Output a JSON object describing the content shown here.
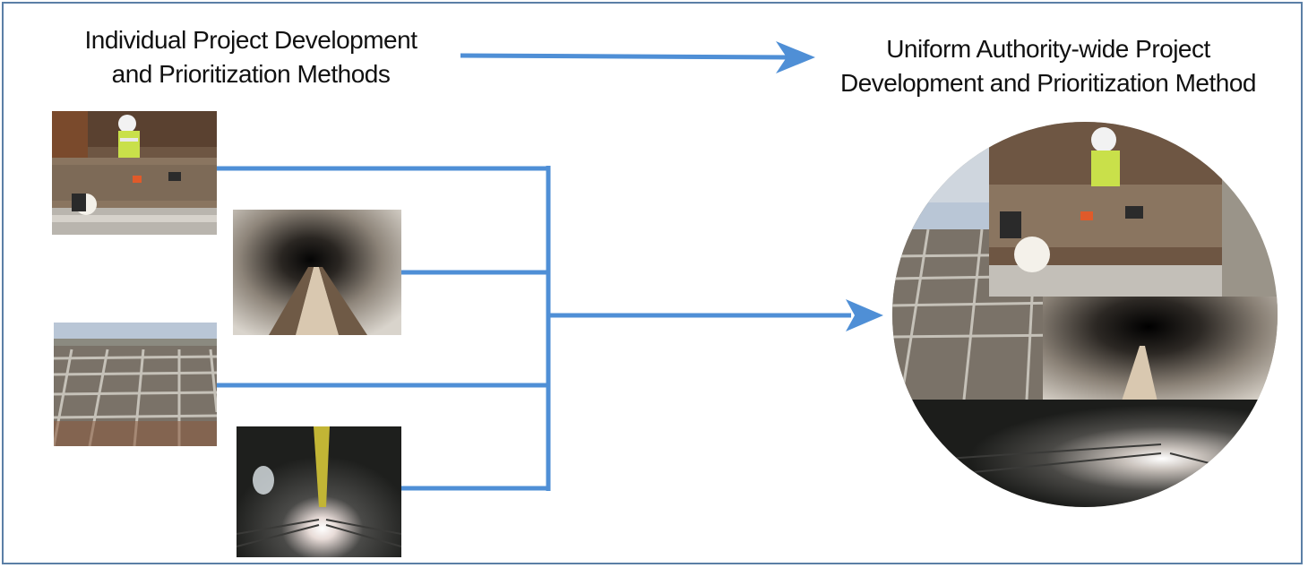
{
  "diagram": {
    "left_label": {
      "line1": "Individual Project Development",
      "line2": "and Prioritization Methods"
    },
    "right_label": {
      "line1": "Uniform Authority-wide Project",
      "line2": "Development and Prioritization Method"
    },
    "photos": [
      {
        "name": "photo-pipe-inspection-workers",
        "icon": "workers-on-pipe-photo"
      },
      {
        "name": "photo-sewer-tunnel",
        "icon": "circular-tunnel-photo"
      },
      {
        "name": "photo-treatment-plant-basins",
        "icon": "treatment-basins-photo"
      },
      {
        "name": "photo-lit-tunnel-construction",
        "icon": "construction-tunnel-photo"
      }
    ],
    "merged": {
      "name": "merged-photo-collage",
      "icon": "photo-collage-icon"
    },
    "colors": {
      "arrow": "#4f8fd6",
      "frame": "#5b7fa6"
    }
  }
}
